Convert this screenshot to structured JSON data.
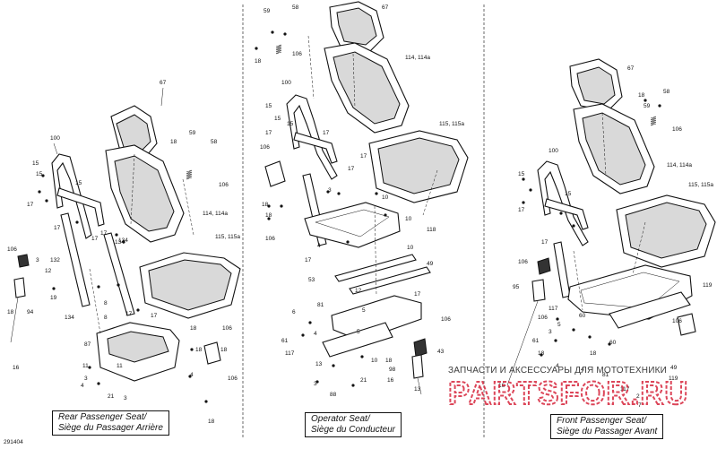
{
  "drawing_number": "291404",
  "captions": {
    "rear": [
      "Rear Passenger Seat/",
      "Siège du Passager Arrière"
    ],
    "operator": [
      "Operator Seat/",
      "Siège du Conducteur"
    ],
    "front": [
      "Front Passenger Seat/",
      "Siège du Passager Avant"
    ]
  },
  "watermark": {
    "line1": "ЗАПЧАСТИ И АКСЕССУАРЫ ДЛЯ МОТОТЕХНИКИ",
    "logo_text": "PARTSFOR.RU",
    "color": "#d7263d"
  },
  "callouts": {
    "rear": [
      "67",
      "100",
      "15",
      "15",
      "17",
      "17",
      "15",
      "17",
      "18",
      "59",
      "58",
      "106",
      "114, 114a",
      "115, 115a",
      "17",
      "134",
      "134",
      "17",
      "132",
      "106",
      "3",
      "19",
      "12",
      "94",
      "8",
      "8",
      "17",
      "18",
      "16",
      "134",
      "87",
      "11",
      "106",
      "11",
      "3",
      "4",
      "21",
      "3",
      "18",
      "4",
      "106",
      "18",
      "18",
      "18"
    ],
    "operator": [
      "59",
      "58",
      "18",
      "106",
      "67",
      "114, 114a",
      "100",
      "15",
      "15",
      "115, 115a",
      "106",
      "17",
      "17",
      "15",
      "18",
      "17",
      "17",
      "10",
      "3",
      "10",
      "118",
      "106",
      "18",
      "17",
      "4",
      "10",
      "49",
      "53",
      "12",
      "17",
      "81",
      "5",
      "6",
      "61",
      "117",
      "5",
      "4",
      "106",
      "43",
      "18",
      "98",
      "16",
      "13",
      "13",
      "3",
      "88",
      "21",
      "10"
    ],
    "front": [
      "67",
      "18",
      "58",
      "59",
      "106",
      "114, 114a",
      "115, 115a",
      "100",
      "15",
      "15",
      "17",
      "17",
      "119",
      "106",
      "95",
      "117",
      "106",
      "60",
      "5",
      "61",
      "3",
      "18",
      "60",
      "18",
      "4",
      "81",
      "4",
      "16",
      "49",
      "119",
      "7",
      "106",
      "117",
      "2"
    ]
  }
}
